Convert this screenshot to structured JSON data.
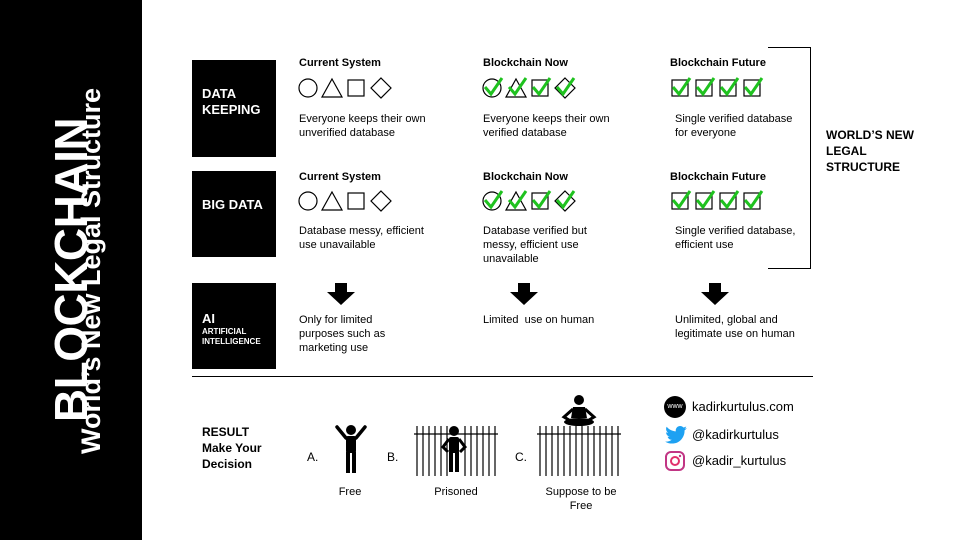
{
  "sidebar": {
    "title": "BLOCKCHAIN",
    "subtitle": "World’s New Legal Structure"
  },
  "rows": [
    {
      "label": "DATA KEEPING",
      "small": "",
      "current_header": "Current System",
      "current_desc": "Everyone keeps their own unverified database",
      "now_header": "Blockchain Now",
      "now_desc": "Everyone keeps their own verified database",
      "future_header": "Blockchain Future",
      "future_desc": "Single verified database for everyone"
    },
    {
      "label": "BIG DATA",
      "small": "",
      "current_header": "Current System",
      "current_desc": "Database messy, efficient use unavailable",
      "now_header": "Blockchain Now",
      "now_desc": "Database verified but messy, efficient use unavailable",
      "future_header": "Blockchain Future",
      "future_desc": "Single verified database, efficient use"
    },
    {
      "label": "AI",
      "small": "ARTIFICIAL INTELLIGENCE",
      "current_desc": "Only for limited purposes such as marketing use",
      "now_desc": "Limited  use on human",
      "future_desc": "Unlimited, global and legitimate use on human"
    }
  ],
  "bracket_label": "WORLD’S NEW LEGAL STRUCTURE",
  "result": {
    "title_lines": [
      "RESULT",
      "Make Your",
      "Decision"
    ],
    "options": [
      {
        "letter": "A.",
        "caption": "Free"
      },
      {
        "letter": "B.",
        "caption": "Prisoned"
      },
      {
        "letter": "C.",
        "caption": "Suppose to be Free"
      }
    ]
  },
  "social": {
    "website": "kadirkurtulus.com",
    "twitter": "@kadirkurtulus",
    "instagram": "@kadir_kurtulus",
    "www_label": "www"
  },
  "colors": {
    "check": "#1fc21f",
    "black": "#000000"
  }
}
